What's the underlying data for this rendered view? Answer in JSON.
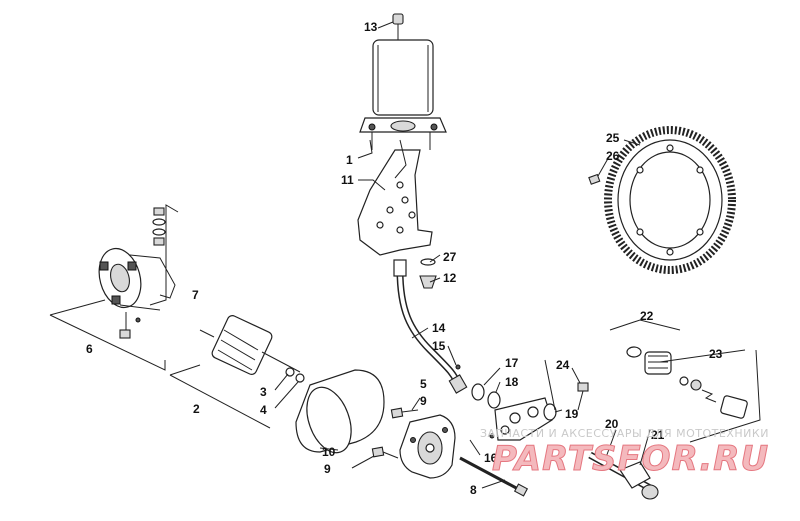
{
  "callouts": {
    "c1": "1",
    "c2": "2",
    "c3": "3",
    "c4": "4",
    "c5": "5",
    "c6": "6",
    "c7": "7",
    "c8": "8",
    "c9a": "9",
    "c9b": "9",
    "c10": "10",
    "c11": "11",
    "c12": "12",
    "c13": "13",
    "c14": "14",
    "c15": "15",
    "c16": "16",
    "c17": "17",
    "c18": "18",
    "c19": "19",
    "c20": "20",
    "c21": "21",
    "c22": "22",
    "c23": "23",
    "c24": "24",
    "c25": "25",
    "c26": "26",
    "c27": "27"
  },
  "watermark": {
    "subtitle": "ЗАПЧАСТИ И АКСЕССУАРЫ ДЛЯ МОТОТЕХНИКИ",
    "logo": "PARTSFOR.RU"
  },
  "colors": {
    "line": "#222222",
    "watermark_logo": "#f4b9bd",
    "watermark_text": "#c9c9c9"
  }
}
